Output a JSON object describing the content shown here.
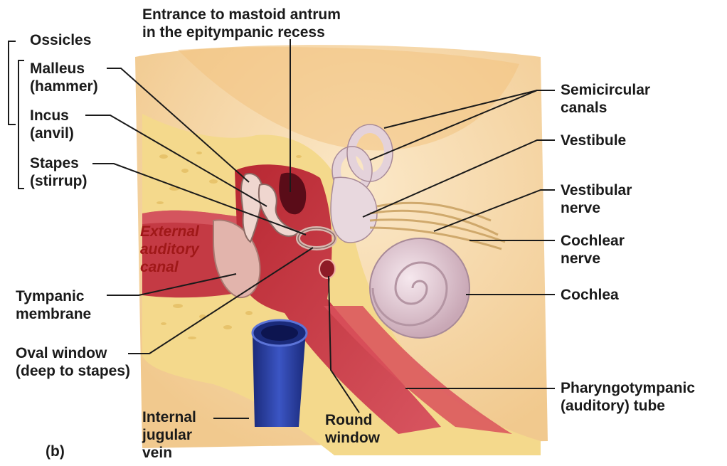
{
  "colors": {
    "bone": "#f4d98c",
    "bone_spot": "#e6c26a",
    "soft_tissue": "#f6dcb8",
    "middle_ear": "#c8323c",
    "vein": "#2b3f9e",
    "labyrinth": "#e8d8de",
    "leader_line": "#1a1a1a"
  },
  "labels": {
    "ossicles_group": "Ossicles",
    "malleus": [
      "Malleus",
      "(hammer)"
    ],
    "incus": [
      "Incus",
      "(anvil)"
    ],
    "stapes": [
      "Stapes",
      "(stirrup)"
    ],
    "mastoid": [
      "Entrance to mastoid antrum",
      "in the epitympanic recess"
    ],
    "external_canal": [
      "External",
      "auditory",
      "canal"
    ],
    "tympanic": [
      "Tympanic",
      "membrane"
    ],
    "oval_window": [
      "Oval window",
      "(deep to stapes)"
    ],
    "internal_jugular": [
      "Internal",
      "jugular",
      "vein"
    ],
    "round_window": [
      "Round",
      "window"
    ],
    "semicircular": [
      "Semicircular",
      "canals"
    ],
    "vestibule": "Vestibule",
    "vestibular_nerve": [
      "Vestibular",
      "nerve"
    ],
    "cochlear_nerve": [
      "Cochlear",
      "nerve"
    ],
    "cochlea": "Cochlea",
    "pharyngotympanic": [
      "Pharyngotympanic",
      "(auditory) tube"
    ],
    "panel": "(b)"
  }
}
